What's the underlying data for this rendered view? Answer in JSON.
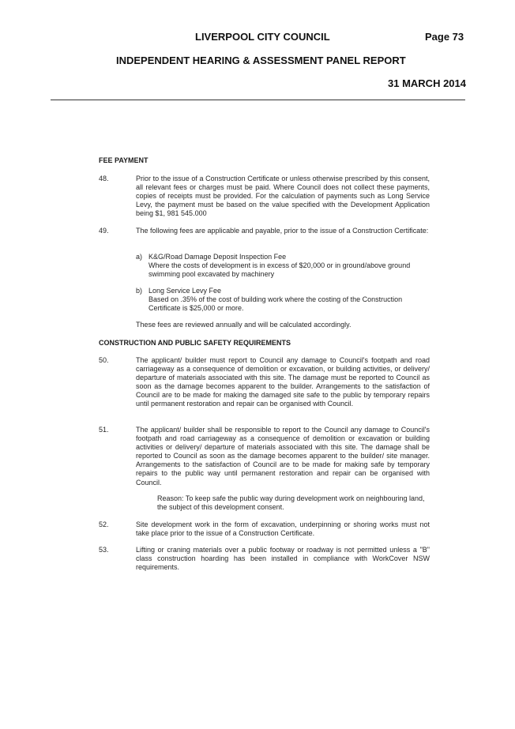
{
  "header": {
    "council": "LIVERPOOL CITY COUNCIL",
    "page": "Page 73",
    "report": "INDEPENDENT HEARING & ASSESSMENT PANEL REPORT",
    "date": "31 MARCH 2014"
  },
  "fee_payment": {
    "heading": "FEE PAYMENT",
    "items": [
      {
        "number": "48.",
        "text": "Prior to the issue of a Construction Certificate or unless otherwise prescribed by this consent, all relevant fees or charges must be paid. Where Council does not collect these payments, copies of receipts must be provided. For the calculation of payments such as Long Service Levy, the payment must be based on the value specified with the Development Application being $1, 981 545.000"
      },
      {
        "number": "49.",
        "text": "The following fees are applicable and payable, prior to the issue of a Construction Certificate:",
        "sub_items": [
          {
            "letter": "a)",
            "title": "K&G/Road Damage Deposit Inspection Fee",
            "text": "Where the costs of development is in excess of $20,000 or in ground/above ground swimming pool excavated by machinery"
          },
          {
            "letter": "b)",
            "title": "Long Service Levy Fee",
            "text": "Based on .35% of the cost of building work where the costing of the Construction Certificate is $25,000 or more."
          }
        ],
        "closing": "These fees are reviewed annually and will be calculated accordingly."
      }
    ]
  },
  "construction_safety": {
    "heading": "CONSTRUCTION AND PUBLIC SAFETY REQUIREMENTS",
    "items": [
      {
        "number": "50.",
        "text": "The applicant/ builder must report to Council any damage to Council's footpath and road carriageway as a consequence of demolition or excavation, or building activities, or delivery/ departure of materials associated with this site. The damage must be reported to Council as soon as the damage becomes apparent to the builder. Arrangements to the satisfaction of Council are to be made for making the damaged site safe to the public by temporary repairs until permanent restoration and repair can be organised with Council."
      },
      {
        "number": "51.",
        "text": "The applicant/ builder shall be responsible to report to the Council any damage to Council's footpath and road carriageway as a consequence of demolition or excavation or building activities or delivery/ departure of materials associated with this site. The damage shall be reported to Council as soon as the damage becomes apparent to the builder/ site manager. Arrangements to the satisfaction of Council are to be made for making safe by temporary repairs to the public way until permanent restoration and repair can be organised with Council.",
        "reason": "Reason: To keep safe the public way during development work on neighbouring land, the subject of this development consent."
      },
      {
        "number": "52.",
        "text": "Site development work in the form of excavation, underpinning or shoring works must not take place prior to the issue of a Construction Certificate."
      },
      {
        "number": "53.",
        "text": "Lifting or craning materials over a public footway or roadway is not permitted unless a \"B\" class construction hoarding has been installed in compliance with WorkCover NSW requirements."
      }
    ]
  }
}
